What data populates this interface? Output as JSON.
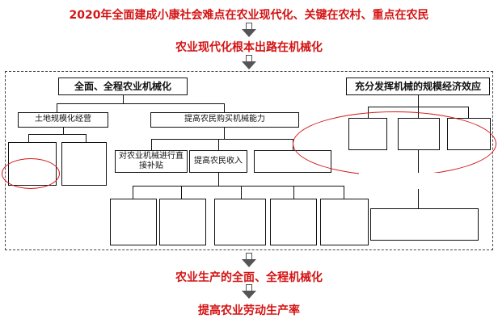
{
  "heading": {
    "line1": "2020年全面建成小康社会难点在农业现代化、关键在农村、重点在农民",
    "line2": "农业现代化根本出路在机械化"
  },
  "left_branch": {
    "root": "全面、全程农业机械化",
    "sub_left": "土地规模化经营",
    "sub_right": "提高农民购买机械能力",
    "leaf_a": "",
    "leaf_b": "",
    "mid_1": "对农业机械进行直接补贴",
    "mid_2": "提高农民收入",
    "mid_3": "",
    "bottom_1": "",
    "bottom_2": "",
    "bottom_3": "",
    "bottom_4": "",
    "bottom_5": ""
  },
  "right_branch": {
    "root": "充分发挥机械的规模经济效应",
    "item_1": "",
    "item_2": "",
    "item_3": "",
    "transfer": "",
    "outcome": ""
  },
  "footer": {
    "line1": "农业生产的全面、全程机械化",
    "line2": "提高农业劳动生产率"
  }
}
